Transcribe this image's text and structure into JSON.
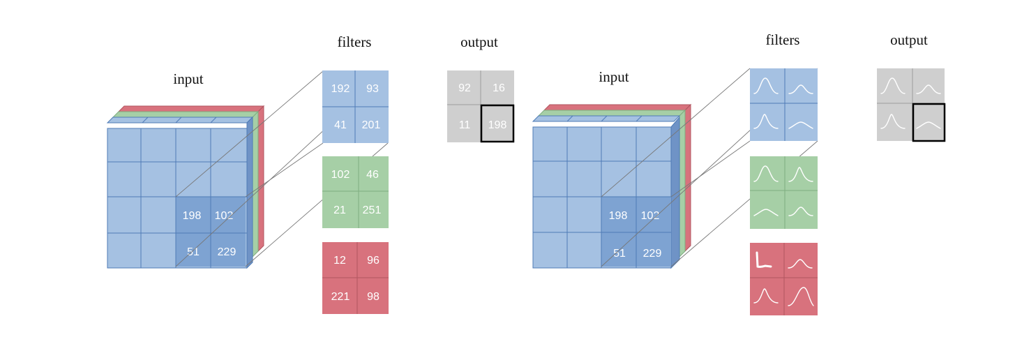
{
  "colors": {
    "blue": "#a5c1e2",
    "blue_dark": "#7ea3d2",
    "blue_edge": "#4f7bb6",
    "green": "#a6cfa6",
    "green_edge": "#7fae80",
    "red": "#d8727d",
    "red_edge": "#b15560",
    "gray": "#cfcfcf",
    "gray_edge": "#9d9d9d",
    "outline": "#000000"
  },
  "left": {
    "input_label": "input",
    "filters_label": "filters",
    "output_label": "output",
    "input_patch": [
      "198",
      "102",
      "51",
      "229"
    ],
    "filters": {
      "blue": [
        "192",
        "93",
        "41",
        "201"
      ],
      "green": [
        "102",
        "46",
        "21",
        "251"
      ],
      "red": [
        "12",
        "96",
        "221",
        "98"
      ]
    },
    "output": [
      "92",
      "16",
      "11",
      "198"
    ]
  },
  "right": {
    "input_label": "input",
    "filters_label": "filters",
    "output_label": "output",
    "input_patch": [
      "198",
      "102",
      "51",
      "229"
    ],
    "filter_icons": {
      "blue": [
        "bell-peak-icon",
        "small-bump-icon",
        "narrow-peak-icon",
        "wide-hump-icon"
      ],
      "green": [
        "bell-peak-icon",
        "narrow-peak-icon",
        "wide-hump-icon",
        "small-bump-icon"
      ],
      "red": [
        "spike-decay-icon",
        "small-bump-icon",
        "narrow-peak-icon",
        "rising-hump-icon"
      ]
    },
    "output_icons": [
      "bell-peak-icon",
      "small-bump-icon",
      "narrow-peak-icon",
      "wide-hump-icon"
    ]
  }
}
